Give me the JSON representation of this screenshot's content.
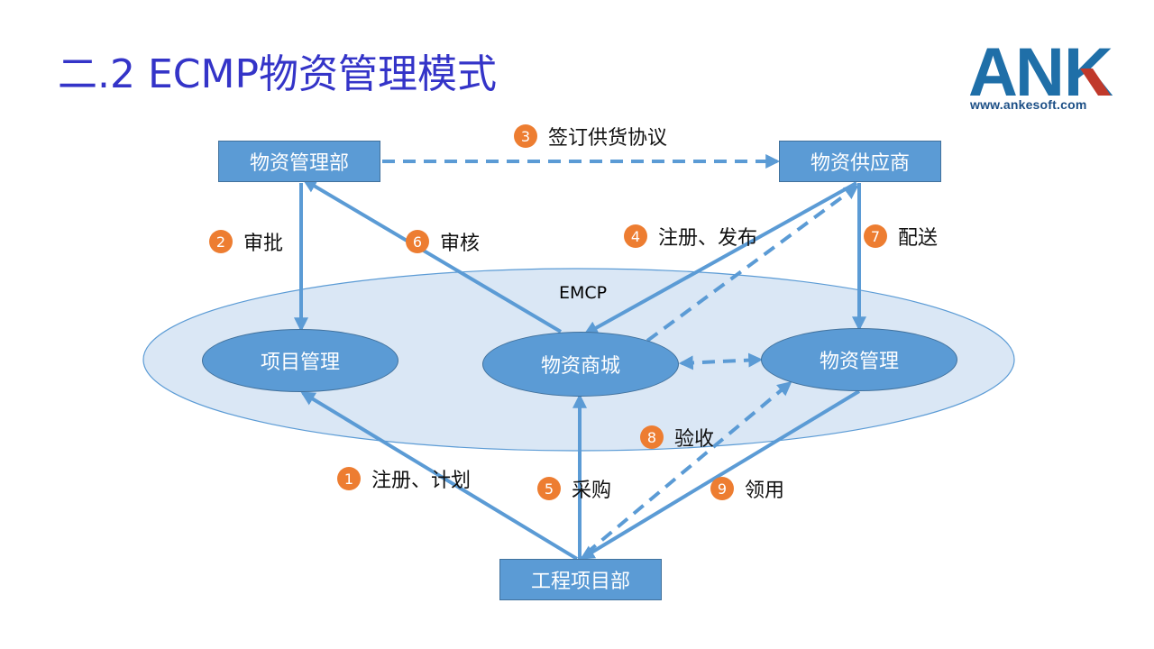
{
  "title": "二.2 ECMP物资管理模式",
  "logo": {
    "text": "ANK",
    "url": "www.ankesoft.com"
  },
  "nodes": {
    "material_dept": "物资管理部",
    "supplier": "物资供应商",
    "engineering_dept": "工程项目部",
    "project_mgmt": "项目管理",
    "material_mall": "物资商城",
    "material_mgmt": "物资管理"
  },
  "platform_label": "EMCP",
  "steps": [
    {
      "num": "1",
      "label": "注册、计划"
    },
    {
      "num": "2",
      "label": "审批"
    },
    {
      "num": "3",
      "label": "签订供货协议"
    },
    {
      "num": "4",
      "label": "注册、发布"
    },
    {
      "num": "5",
      "label": "采购"
    },
    {
      "num": "6",
      "label": "审核"
    },
    {
      "num": "7",
      "label": "配送"
    },
    {
      "num": "8",
      "label": "验收"
    },
    {
      "num": "9",
      "label": "领用"
    }
  ],
  "colors": {
    "title": "#3434c8",
    "node_fill": "#5b9bd5",
    "arrow": "#5b9bd5",
    "platform_fill": "#dae7f5",
    "badge": "#ed7d31"
  }
}
